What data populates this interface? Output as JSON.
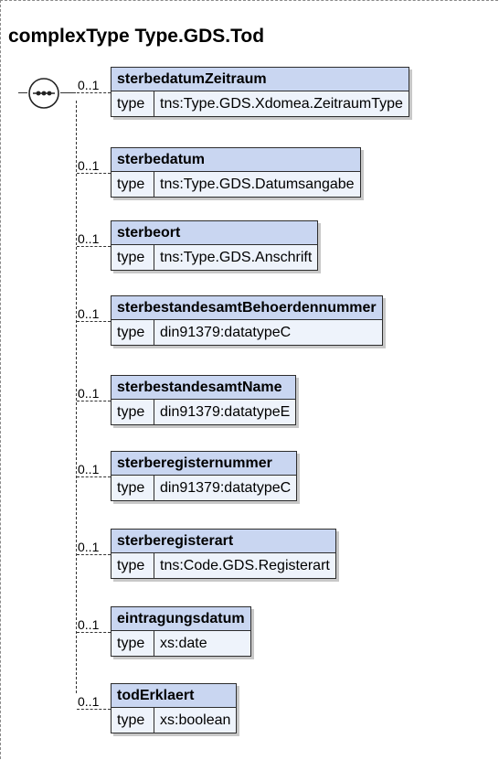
{
  "title": "complexType Type.GDS.Tod",
  "elements": [
    {
      "name": "sterbedatumZeitraum",
      "type_label": "type",
      "type": "tns:Type.GDS.Xdomea.ZeitraumType",
      "occurs": "0..1"
    },
    {
      "name": "sterbedatum",
      "type_label": "type",
      "type": "tns:Type.GDS.Datumsangabe",
      "occurs": "0..1"
    },
    {
      "name": "sterbeort",
      "type_label": "type",
      "type": "tns:Type.GDS.Anschrift",
      "occurs": "0..1"
    },
    {
      "name": "sterbestandesamtBehoerdennummer",
      "type_label": "type",
      "type": "din91379:datatypeC",
      "occurs": "0..1"
    },
    {
      "name": "sterbestandesamtName",
      "type_label": "type",
      "type": "din91379:datatypeE",
      "occurs": "0..1"
    },
    {
      "name": "sterberegisternummer",
      "type_label": "type",
      "type": "din91379:datatypeC",
      "occurs": "0..1"
    },
    {
      "name": "sterberegisterart",
      "type_label": "type",
      "type": "tns:Code.GDS.Registerart",
      "occurs": "0..1"
    },
    {
      "name": "eintragungsdatum",
      "type_label": "type",
      "type": "xs:date",
      "occurs": "0..1"
    },
    {
      "name": "todErklaert",
      "type_label": "type",
      "type": "xs:boolean",
      "occurs": "0..1"
    }
  ]
}
